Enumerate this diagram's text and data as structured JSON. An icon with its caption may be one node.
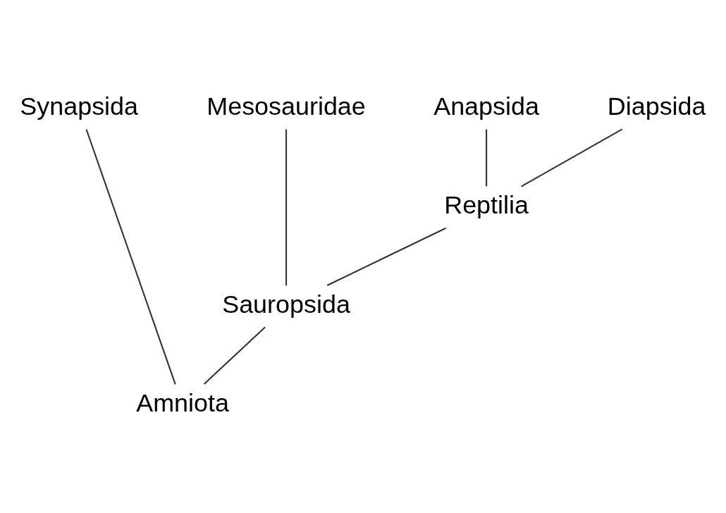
{
  "diagram": {
    "nodes": [
      {
        "text": [
          "Synapsida"
        ]
      },
      {
        "text": [
          "Mesosauridae"
        ]
      },
      {
        "text": [
          "Anapsida"
        ]
      },
      {
        "text": [
          "Diapsida"
        ]
      },
      {
        "text": [
          "Reptilia"
        ]
      },
      {
        "text": [
          "Sauropsida"
        ]
      },
      {
        "text": [
          "Amniota"
        ]
      }
    ],
    "edges": [
      {
        "from": 6,
        "to": 0,
        "arrow": "none"
      },
      {
        "from": 6,
        "to": 5,
        "arrow": "none"
      },
      {
        "from": 5,
        "to": 1,
        "arrow": "none"
      },
      {
        "from": 5,
        "to": 4,
        "arrow": "none"
      },
      {
        "from": 4,
        "to": 2,
        "arrow": "none"
      },
      {
        "from": 4,
        "to": 3,
        "arrow": "none"
      }
    ]
  }
}
